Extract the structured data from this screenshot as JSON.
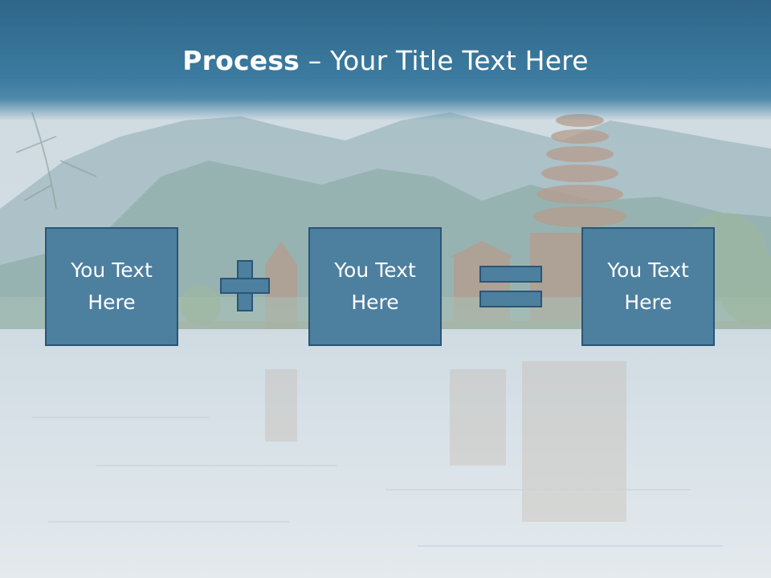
{
  "slide": {
    "title_bold": "Process",
    "title_rest": " – Your Title Text Here",
    "boxes": [
      {
        "line1": "You Text",
        "line2": "Here"
      },
      {
        "line1": "You Text",
        "line2": "Here"
      },
      {
        "line1": "You Text",
        "line2": "Here"
      }
    ],
    "operators": [
      "plus-icon",
      "equals-icon"
    ]
  },
  "colors": {
    "title_band": "#3c7ba0",
    "box_fill": "#4d7f9f",
    "box_border": "#2b5576",
    "text": "#ffffff"
  }
}
